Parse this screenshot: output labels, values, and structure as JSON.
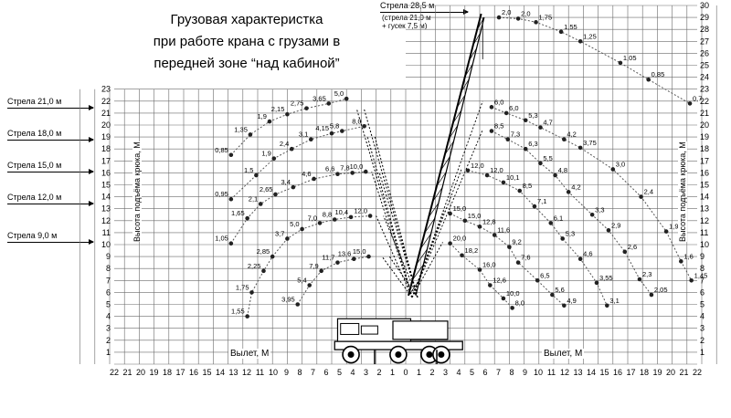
{
  "title_lines": [
    "Грузовая характеристка",
    "при работе крана с грузами в",
    "передней зоне “над кабиной”"
  ],
  "left_booms": [
    "Стрела 21,0 м",
    "Стрела 18,0 м",
    "Стрела 15,0 м",
    "Стрела 12,0 м",
    "Стрела 9,0 м"
  ],
  "right_boom": {
    "line1": "Стрела 28,5 м",
    "line2": "(стрела 21,0 м",
    "line3": "+ гусек 7,5 м)"
  },
  "axis": {
    "outreach_label": "Вылет, М",
    "height_label": "Высота подъёма крюка, М",
    "x_ticks": [
      "22",
      "21",
      "20",
      "19",
      "18",
      "17",
      "16",
      "15",
      "14",
      "13",
      "12",
      "11",
      "10",
      "9",
      "8",
      "7",
      "6",
      "5",
      "4",
      "3",
      "2",
      "1",
      "0",
      "1",
      "2",
      "3",
      "4",
      "5",
      "6",
      "7",
      "8",
      "9",
      "10",
      "11",
      "12",
      "13",
      "14",
      "15",
      "16",
      "17",
      "18",
      "19",
      "20",
      "21",
      "22"
    ],
    "left_y_ticks": [
      "1",
      "2",
      "3",
      "4",
      "5",
      "6",
      "7",
      "8",
      "9",
      "10",
      "11",
      "12",
      "13",
      "14",
      "15",
      "16",
      "17",
      "18",
      "19",
      "20",
      "21",
      "22",
      "23"
    ],
    "right_y_ticks": [
      "1",
      "2",
      "3",
      "4",
      "5",
      "6",
      "7",
      "8",
      "9",
      "10",
      "11",
      "12",
      "13",
      "14",
      "15",
      "16",
      "17",
      "18",
      "19",
      "20",
      "21",
      "22",
      "23",
      "24",
      "25",
      "26",
      "27",
      "28",
      "29",
      "30"
    ]
  },
  "colors": {
    "grid": "#6a6a6a",
    "line": "#000000",
    "point": "#222222",
    "dotted": "#555555"
  },
  "left_curves": [
    {
      "boom": "21,0",
      "points": [
        [
          11.8,
          17.5,
          "0,85"
        ],
        [
          10.5,
          19.2,
          "1,35"
        ],
        [
          9.2,
          20.3,
          "1,9"
        ],
        [
          8.0,
          20.9,
          "2,15"
        ],
        [
          6.7,
          21.4,
          "2,75"
        ],
        [
          5.2,
          21.8,
          "3,65"
        ],
        [
          4.0,
          22.2,
          "5,0"
        ]
      ]
    },
    {
      "boom": "18,0",
      "points": [
        [
          11.8,
          13.8,
          "0,95"
        ],
        [
          10.1,
          15.8,
          "1,5"
        ],
        [
          8.9,
          17.2,
          "1,9"
        ],
        [
          7.7,
          18.0,
          "2,4"
        ],
        [
          6.4,
          18.8,
          "3,1"
        ],
        [
          5.0,
          19.3,
          "4,15"
        ],
        [
          4.3,
          19.5,
          "5,8"
        ],
        [
          2.8,
          19.9,
          "8,0"
        ]
      ]
    },
    {
      "boom": "15,0",
      "points": [
        [
          11.8,
          10.1,
          "1,05"
        ],
        [
          10.7,
          12.2,
          "1,65"
        ],
        [
          9.8,
          13.4,
          "2,1"
        ],
        [
          8.8,
          14.2,
          "2,65"
        ],
        [
          7.6,
          14.8,
          "3,4"
        ],
        [
          6.2,
          15.5,
          "4,6"
        ],
        [
          4.6,
          15.9,
          "6,6"
        ],
        [
          3.6,
          16.0,
          "7,8"
        ],
        [
          2.7,
          16.1,
          "10,0"
        ]
      ]
    },
    {
      "boom": "12,0",
      "points": [
        [
          10.7,
          4.0,
          "1,55"
        ],
        [
          10.4,
          6.0,
          "1,75"
        ],
        [
          9.6,
          7.8,
          "2,25"
        ],
        [
          9.0,
          9.0,
          "2,85"
        ],
        [
          8.0,
          10.5,
          "3,7"
        ],
        [
          7.0,
          11.3,
          "5,0"
        ],
        [
          5.8,
          11.8,
          "7,0"
        ],
        [
          4.8,
          12.1,
          "8,8"
        ],
        [
          3.7,
          12.3,
          "10,4"
        ],
        [
          2.4,
          12.4,
          "12,0"
        ]
      ]
    },
    {
      "boom": "9,0",
      "points": [
        [
          7.3,
          5.0,
          "3,95"
        ],
        [
          6.5,
          6.6,
          "5,4"
        ],
        [
          5.7,
          7.8,
          "7,9"
        ],
        [
          4.6,
          8.5,
          "11,7"
        ],
        [
          3.5,
          8.8,
          "13,6"
        ],
        [
          2.5,
          9.0,
          "15,0"
        ]
      ]
    }
  ],
  "right_curves": [
    {
      "boom": "28,5",
      "points": [
        [
          6.3,
          29.0,
          "2,0"
        ],
        [
          7.6,
          28.9,
          "2,0"
        ],
        [
          8.8,
          28.6,
          "1,75"
        ],
        [
          10.5,
          27.8,
          "1,55"
        ],
        [
          11.8,
          27.0,
          "1,25"
        ],
        [
          14.5,
          25.2,
          "1,05"
        ],
        [
          16.4,
          23.8,
          "0,85"
        ],
        [
          19.2,
          21.8,
          "0,7"
        ]
      ]
    },
    {
      "boom": "21,0",
      "points": [
        [
          5.8,
          21.5,
          "6,0"
        ],
        [
          6.8,
          21.0,
          "6,0"
        ],
        [
          8.1,
          20.4,
          "5,3"
        ],
        [
          9.1,
          19.8,
          "4,7"
        ],
        [
          10.7,
          18.8,
          "4,2"
        ],
        [
          11.8,
          18.1,
          "3,75"
        ],
        [
          14.0,
          16.3,
          "3,0"
        ],
        [
          15.9,
          14.0,
          "2,4"
        ],
        [
          17.6,
          11.1,
          "1,95"
        ],
        [
          18.6,
          8.6,
          "1,6"
        ],
        [
          19.3,
          7.0,
          "1,45"
        ]
      ]
    },
    {
      "boom": "18,0",
      "points": [
        [
          5.8,
          19.5,
          "8,5"
        ],
        [
          6.9,
          18.8,
          "7,3"
        ],
        [
          8.1,
          18.0,
          "6,3"
        ],
        [
          9.1,
          16.8,
          "5,5"
        ],
        [
          10.1,
          15.8,
          "4,8"
        ],
        [
          11.0,
          14.4,
          "4,2"
        ],
        [
          12.6,
          12.5,
          "3,3"
        ],
        [
          13.7,
          11.2,
          "2,9"
        ],
        [
          14.8,
          9.4,
          "2,6"
        ],
        [
          15.8,
          7.1,
          "2,3"
        ],
        [
          16.6,
          5.8,
          "2,05"
        ]
      ]
    },
    {
      "boom": "15,0",
      "points": [
        [
          4.2,
          16.2,
          "12,0"
        ],
        [
          5.5,
          15.8,
          "12,0"
        ],
        [
          6.6,
          15.2,
          "10,1"
        ],
        [
          7.7,
          14.5,
          "8,5"
        ],
        [
          8.7,
          13.2,
          "7,1"
        ],
        [
          9.8,
          11.8,
          "6,1"
        ],
        [
          10.6,
          10.5,
          "5,3"
        ],
        [
          11.8,
          8.8,
          "4,6"
        ],
        [
          12.9,
          6.8,
          "3,55"
        ],
        [
          13.6,
          4.9,
          "3,1"
        ]
      ]
    },
    {
      "boom": "12,0",
      "points": [
        [
          3.0,
          12.6,
          "15,0"
        ],
        [
          4.0,
          12.0,
          "15,0"
        ],
        [
          5.0,
          11.5,
          "12,8"
        ],
        [
          6.0,
          10.8,
          "11,6"
        ],
        [
          7.0,
          9.8,
          "9,2"
        ],
        [
          7.6,
          8.5,
          "7,6"
        ],
        [
          8.9,
          7.0,
          "6,5"
        ],
        [
          9.9,
          5.8,
          "5,6"
        ],
        [
          10.7,
          4.9,
          "4,9"
        ]
      ]
    },
    {
      "boom": "9,0",
      "points": [
        [
          3.0,
          10.1,
          "20,0"
        ],
        [
          3.8,
          9.1,
          "18,2"
        ],
        [
          5.0,
          7.9,
          "16,0"
        ],
        [
          5.7,
          6.6,
          "12,6"
        ],
        [
          6.6,
          5.5,
          "10,0"
        ],
        [
          7.2,
          4.7,
          "8,0"
        ]
      ]
    }
  ]
}
